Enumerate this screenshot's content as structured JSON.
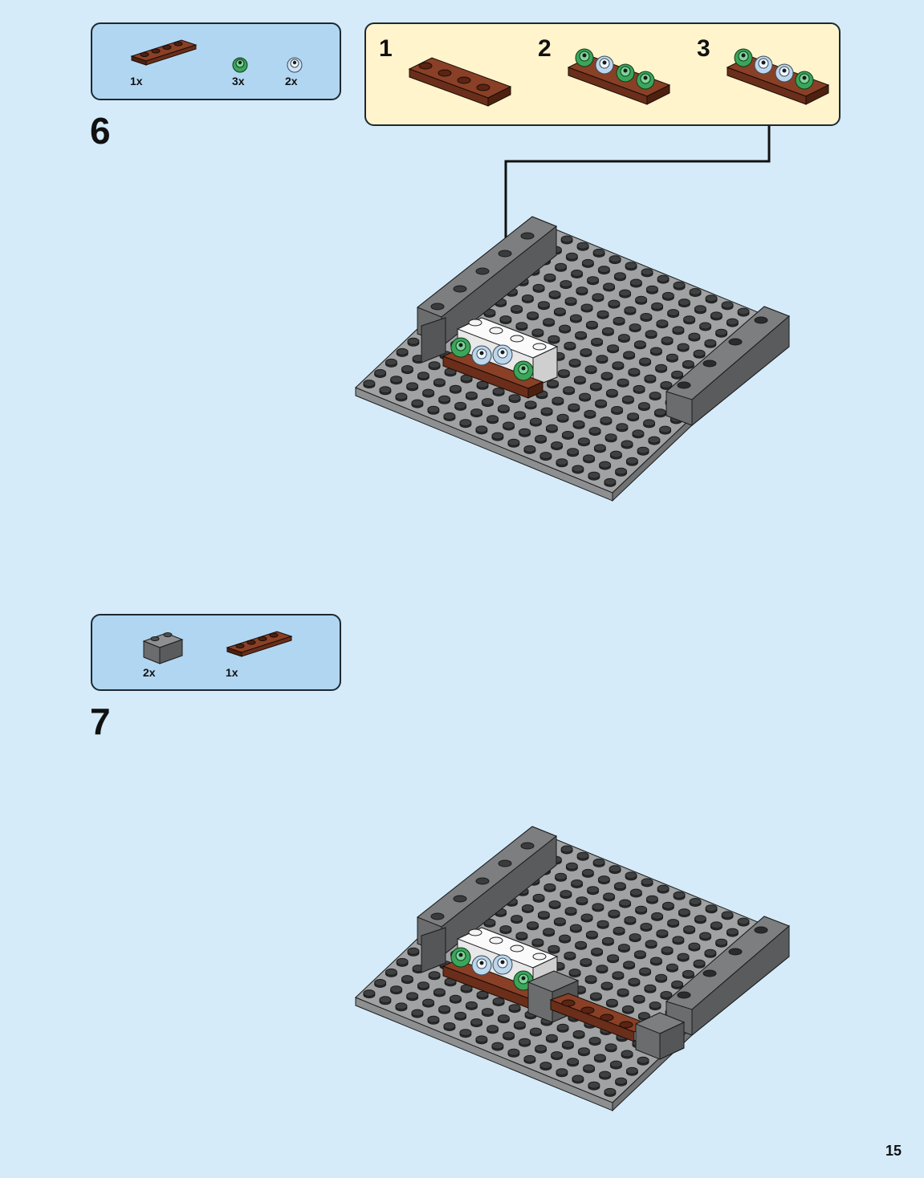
{
  "page": {
    "number": "15",
    "background": "#d5ebfa"
  },
  "colors": {
    "reddish_brown": "#6a2e1a",
    "dark_bluish_gray": "#5e5f60",
    "light_bluish_gray": "#a0a2a3",
    "white": "#f4f4f4",
    "bright_green": "#3ba55a",
    "light_aqua": "#bcd6ec",
    "black": "#1b1b1b"
  },
  "steps": [
    {
      "number": "6",
      "parts": [
        {
          "qty": "1x",
          "part": "plate-1x4-reddish-brown-icon"
        },
        {
          "qty": "3x",
          "part": "plant-flower-green-icon"
        },
        {
          "qty": "2x",
          "part": "plant-flower-light-aqua-icon"
        }
      ],
      "sub_steps": [
        {
          "number": "1",
          "part": "plate-1x4-reddish-brown-icon"
        },
        {
          "number": "2",
          "part": "flower-plate-assembly-icon"
        },
        {
          "number": "3",
          "part": "flower-plate-assembly-icon"
        }
      ]
    },
    {
      "number": "7",
      "parts": [
        {
          "qty": "2x",
          "part": "brick-1x2-dark-gray-icon"
        },
        {
          "qty": "1x",
          "part": "plate-1x4-reddish-brown-icon"
        }
      ]
    }
  ]
}
